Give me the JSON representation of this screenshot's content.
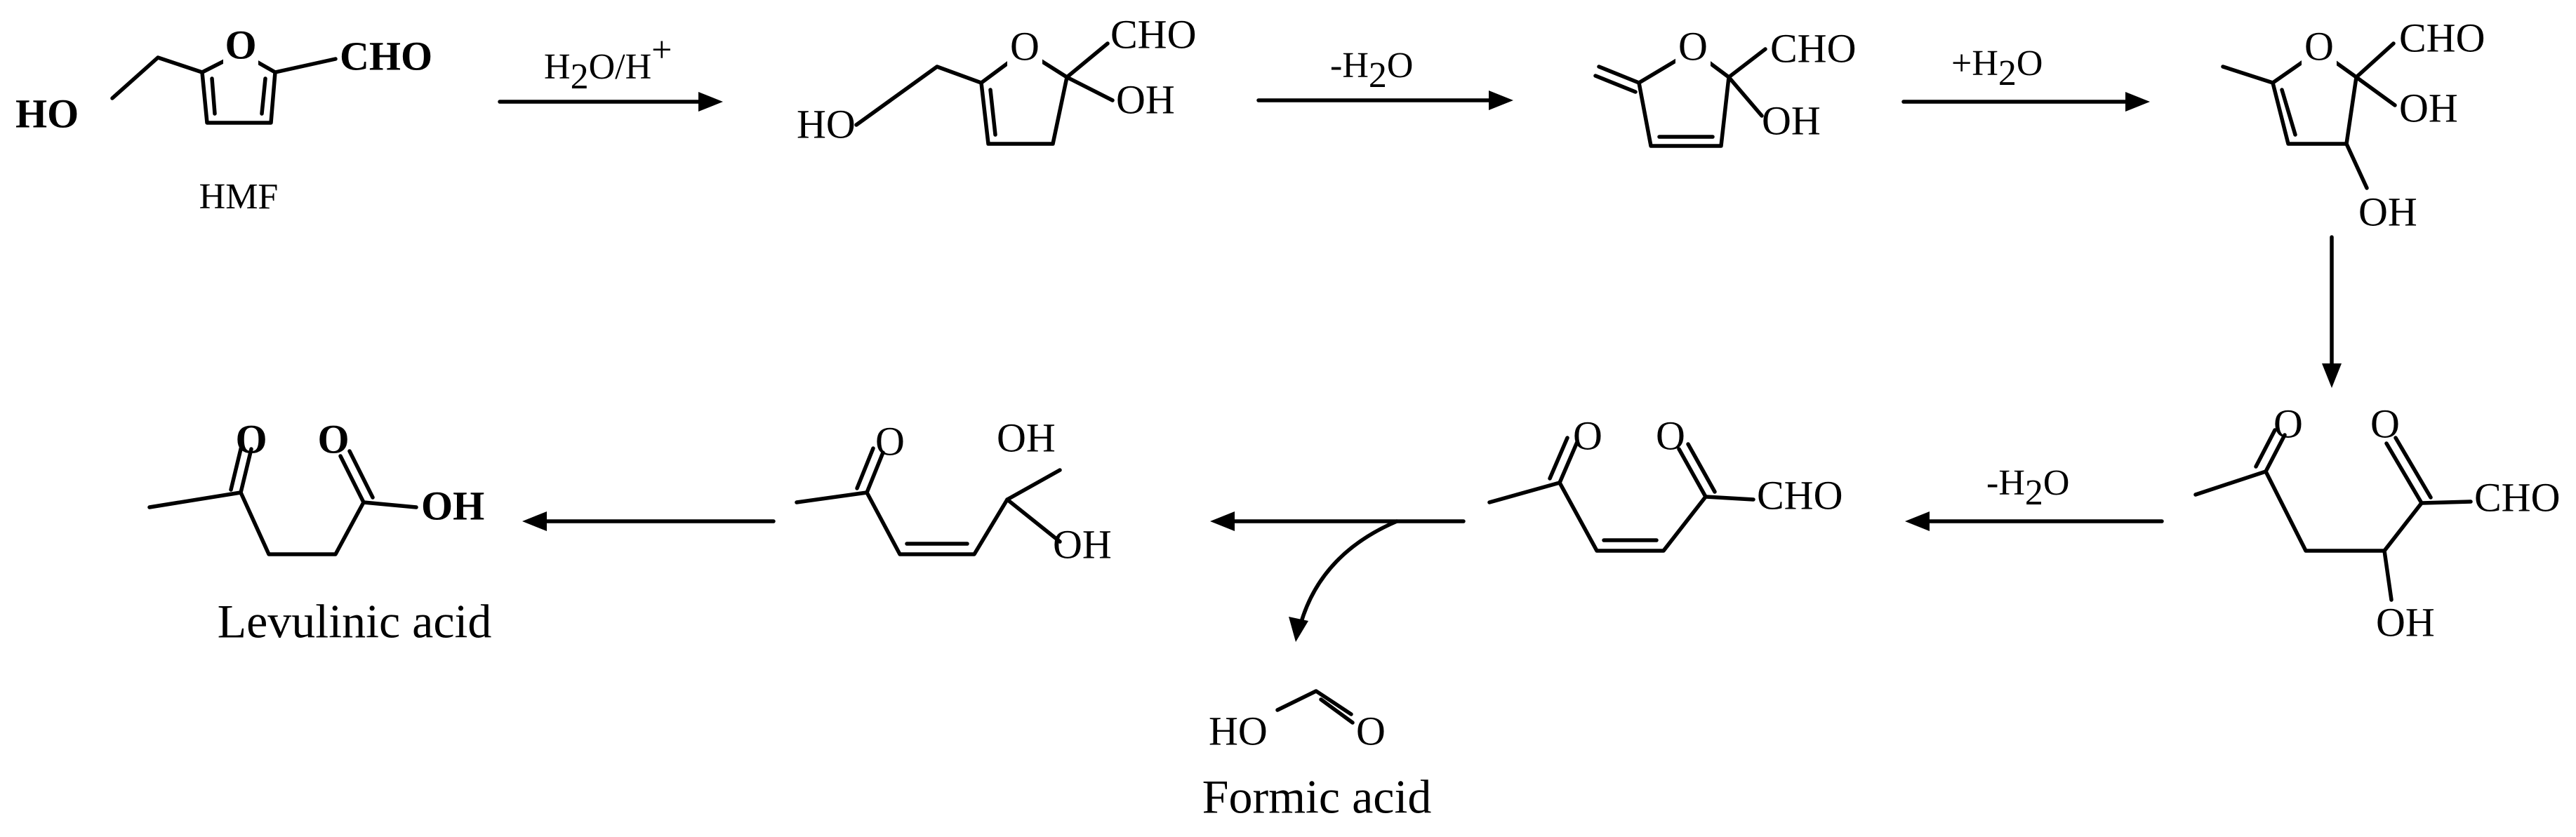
{
  "colors": {
    "background": "#ffffff",
    "ink": "#000000"
  },
  "hmf": {
    "label": "HMF",
    "ring_oxygen": "O",
    "aldehyde": "CHO",
    "hydroxyl": "HO"
  },
  "step1": {
    "reagent_main": "H",
    "reagent_sub": "2",
    "reagent_mid": "O/H",
    "reagent_sup": "+"
  },
  "intermediate1": {
    "ring_oxygen": "O",
    "aldehyde": "CHO",
    "hydroxyl_ring": "OH",
    "hydroxyl_chain": "HO"
  },
  "step2": {
    "reagent_prefix": "-H",
    "reagent_sub": "2",
    "reagent_suffix": "O"
  },
  "intermediate2": {
    "ring_oxygen": "O",
    "aldehyde": "CHO",
    "hydroxyl": "OH"
  },
  "step3": {
    "reagent_prefix": "+H",
    "reagent_sub": "2",
    "reagent_suffix": "O"
  },
  "intermediate3": {
    "ring_oxygen": "O",
    "aldehyde": "CHO",
    "hydroxyl_a": "OH",
    "hydroxyl_b": "OH"
  },
  "intermediate4": {
    "ketone_oxygen_1": "O",
    "ketone_oxygen_2": "O",
    "aldehyde": "CHO",
    "hydroxyl": "OH"
  },
  "step5": {
    "reagent_prefix": "-H",
    "reagent_sub": "2",
    "reagent_suffix": "O"
  },
  "intermediate5": {
    "ketone_oxygen_1": "O",
    "ketone_oxygen_2": "O",
    "aldehyde": "CHO"
  },
  "intermediate6": {
    "ketone_oxygen": "O",
    "hydroxyl_a": "OH",
    "hydroxyl_b": "OH"
  },
  "formic_acid": {
    "label": "Formic acid",
    "hydroxyl": "HO",
    "carbonyl_oxygen": "O"
  },
  "levulinic_acid": {
    "label": "Levulinic acid",
    "ketone_oxygen": "O",
    "carbonyl_oxygen": "O",
    "hydroxyl": "OH"
  }
}
